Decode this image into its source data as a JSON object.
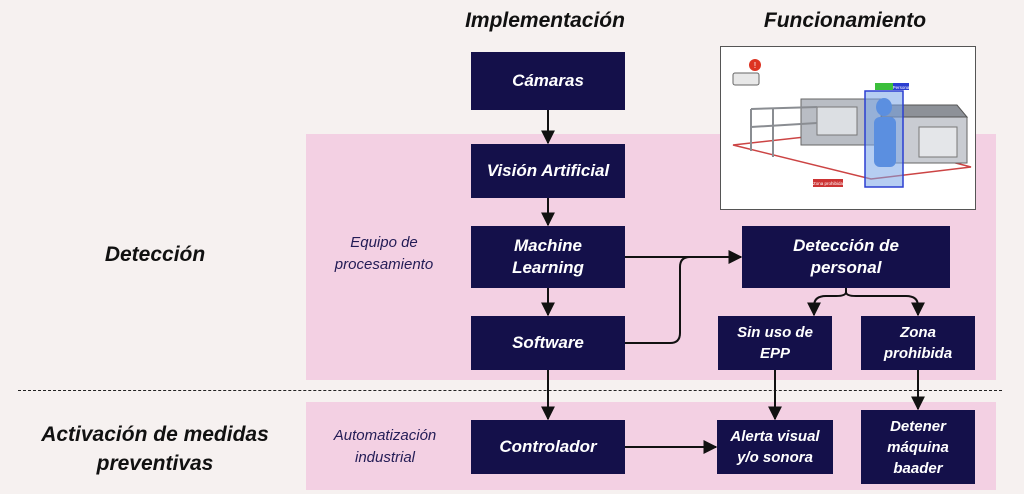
{
  "headers": {
    "implementation": "Implementación",
    "operation": "Funcionamiento"
  },
  "sections": {
    "detection": "Detección",
    "activation": "Activación de medidas preventivas"
  },
  "groups": {
    "processing": "Equipo de procesamiento",
    "automation": "Automatización industrial"
  },
  "boxes": {
    "cameras": "Cámaras",
    "vision": "Visión Artificial",
    "ml": "Machine Learning",
    "software": "Software",
    "controller": "Controlador",
    "detection": "Detección de personal",
    "no_ppe": "Sin uso de EPP",
    "zone": "Zona prohibida",
    "alert": "Alerta visual y/o sonora",
    "stop": "Detener máquina baader"
  },
  "photo_labels": {
    "zone_tag": "Zona prohibida",
    "person_tag": "Persona"
  },
  "colors": {
    "box": "#14104a",
    "band": "#f3d0e3",
    "background": "#f6f1f0"
  }
}
